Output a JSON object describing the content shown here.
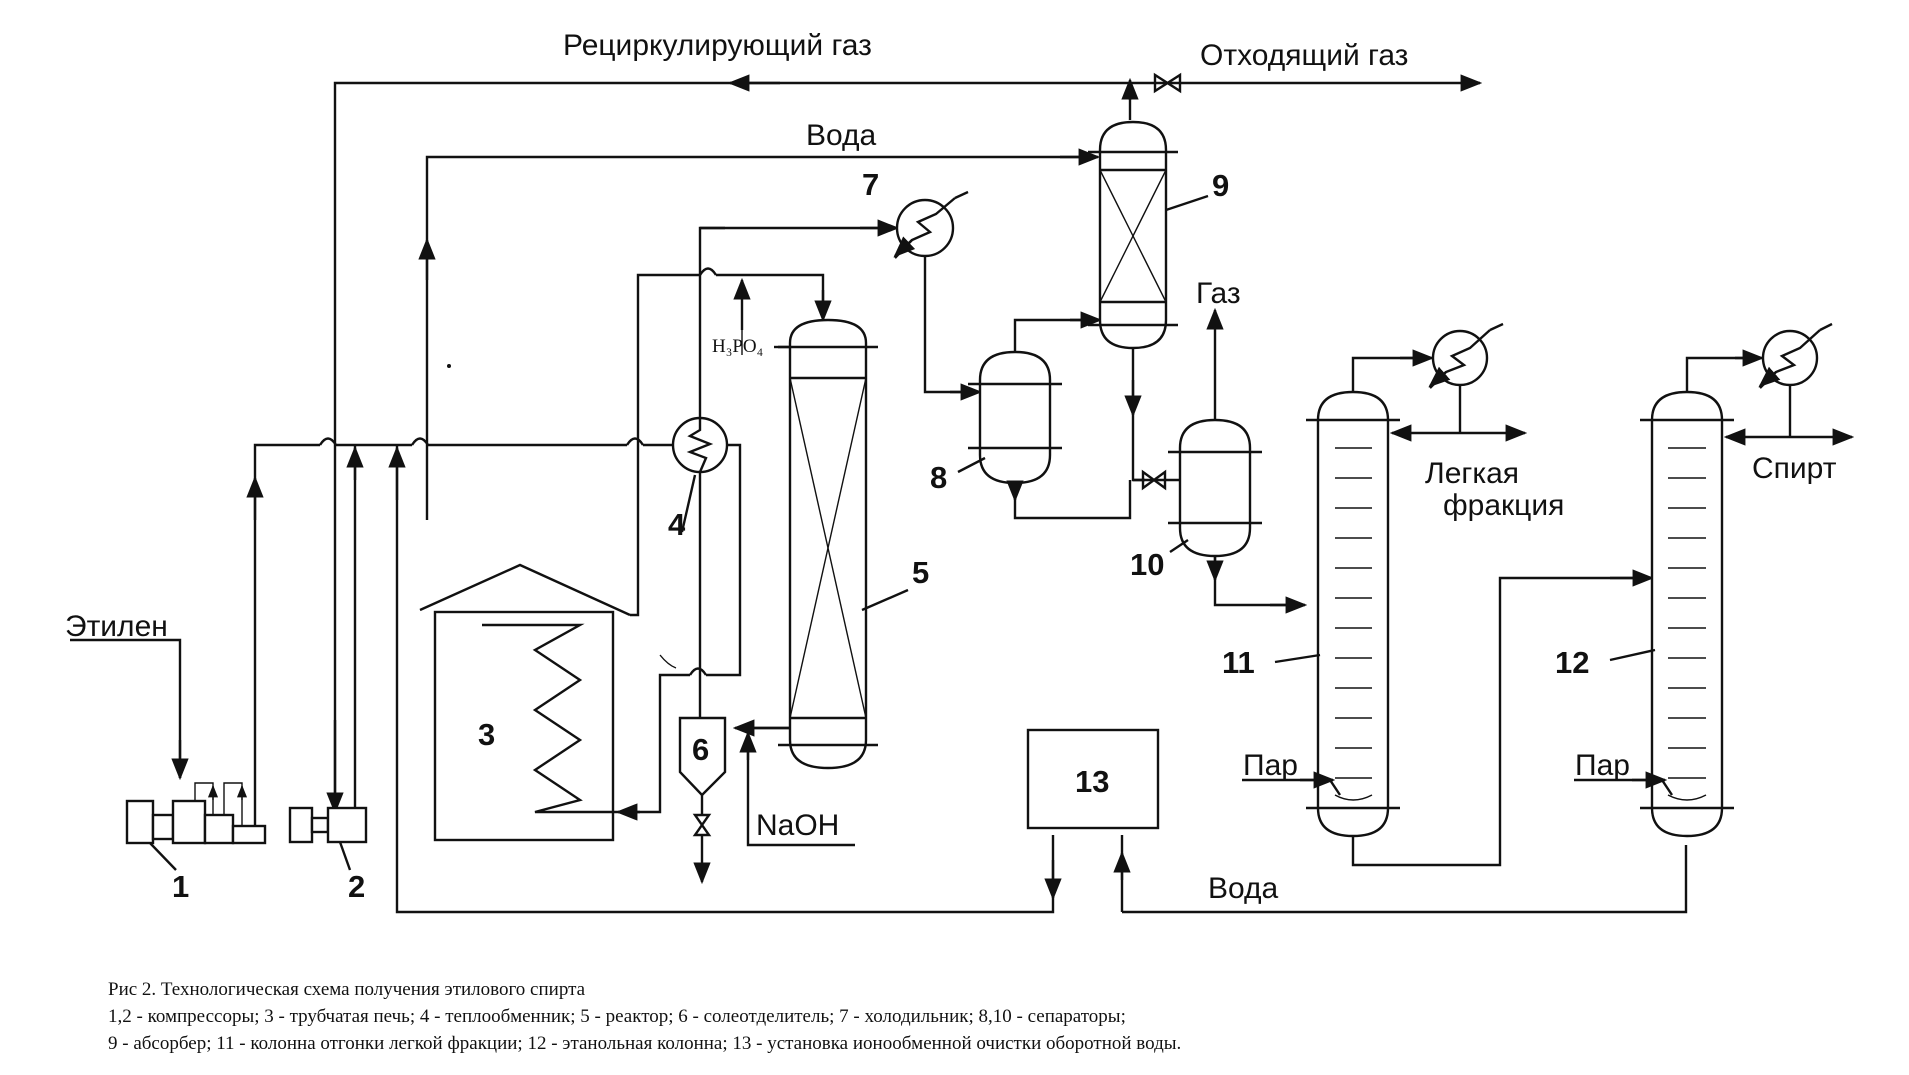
{
  "labels": {
    "recycle_gas": "Рециркулирующий газ",
    "off_gas": "Отходящий газ",
    "water_top": "Вода",
    "ethylene": "Этилен",
    "h3po4": "H₃PO₄",
    "naoh": "NaOH",
    "gas": "Газ",
    "light_fraction_1": "Легкая",
    "light_fraction_2": "фракция",
    "alcohol": "Спирт",
    "steam_11": "Пар",
    "steam_12": "Пар",
    "water_bottom": "Вода"
  },
  "numbers": {
    "n1": "1",
    "n2": "2",
    "n3": "3",
    "n4": "4",
    "n5": "5",
    "n6": "6",
    "n7": "7",
    "n8": "8",
    "n9": "9",
    "n10": "10",
    "n11": "11",
    "n12": "12",
    "n13": "13"
  },
  "caption": {
    "title": "Рис 2. Технологическая схема получения этилового спирта",
    "line1": "1,2 - компрессоры; 3 - трубчатая печь; 4 - теплообменник; 5 - реактор; 6 - солеотделитель; 7 - холодильник;  8,10 - сепараторы;",
    "line2": "9 - абсорбер; 11 - колонна отгонки легкой фракции; 12 - этанольная колонна; 13 - установка ионообменной очистки оборотной воды."
  }
}
